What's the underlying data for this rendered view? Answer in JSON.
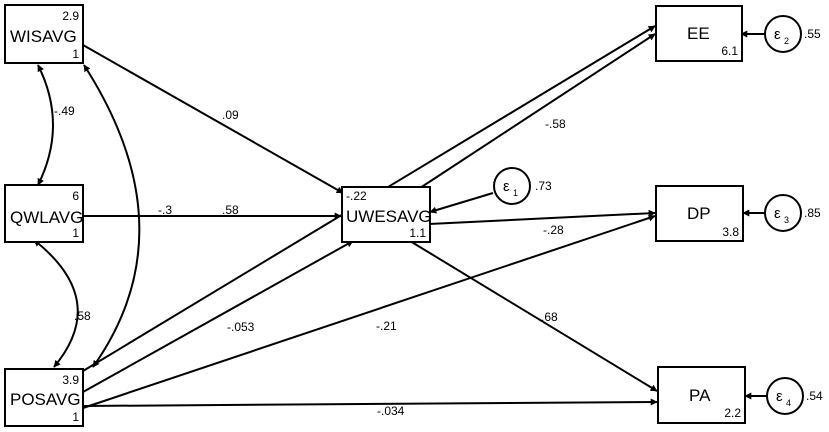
{
  "nodes": {
    "wisavg": {
      "name": "WISAVG",
      "mean": "2.9",
      "var": "1"
    },
    "qwlavg": {
      "name": "QWLAVG",
      "mean": "6",
      "var": "1"
    },
    "posavg": {
      "name": "POSAVG",
      "mean": "3.9",
      "var": "1"
    },
    "uwesavg": {
      "name": "UWESAVG",
      "mean": "-.22",
      "var": "1.1"
    },
    "ee": {
      "name": "EE",
      "mean": "6.1"
    },
    "dp": {
      "name": "DP",
      "mean": "3.8"
    },
    "pa": {
      "name": "PA",
      "mean": "2.2"
    }
  },
  "errors": {
    "e1": {
      "symbol": "ε",
      "index": "1",
      "value": ".73"
    },
    "e2": {
      "symbol": "ε",
      "index": "2",
      "value": ".55"
    },
    "e3": {
      "symbol": "ε",
      "index": "3",
      "value": ".85"
    },
    "e4": {
      "symbol": "ε",
      "index": "4",
      "value": ".54"
    }
  },
  "paths": {
    "wis_uwes": ".09",
    "qwl_uwes": ".58",
    "pos_uwes": "-.053",
    "pos_ee": "-.3",
    "pos_dp": "-.21",
    "pos_pa": "-.034",
    "uwes_ee": "-.58",
    "uwes_dp": "-.28",
    "uwes_pa": ".68"
  },
  "covariances": {
    "wis_qwl": "-.49",
    "qwl_pos": ".58"
  }
}
